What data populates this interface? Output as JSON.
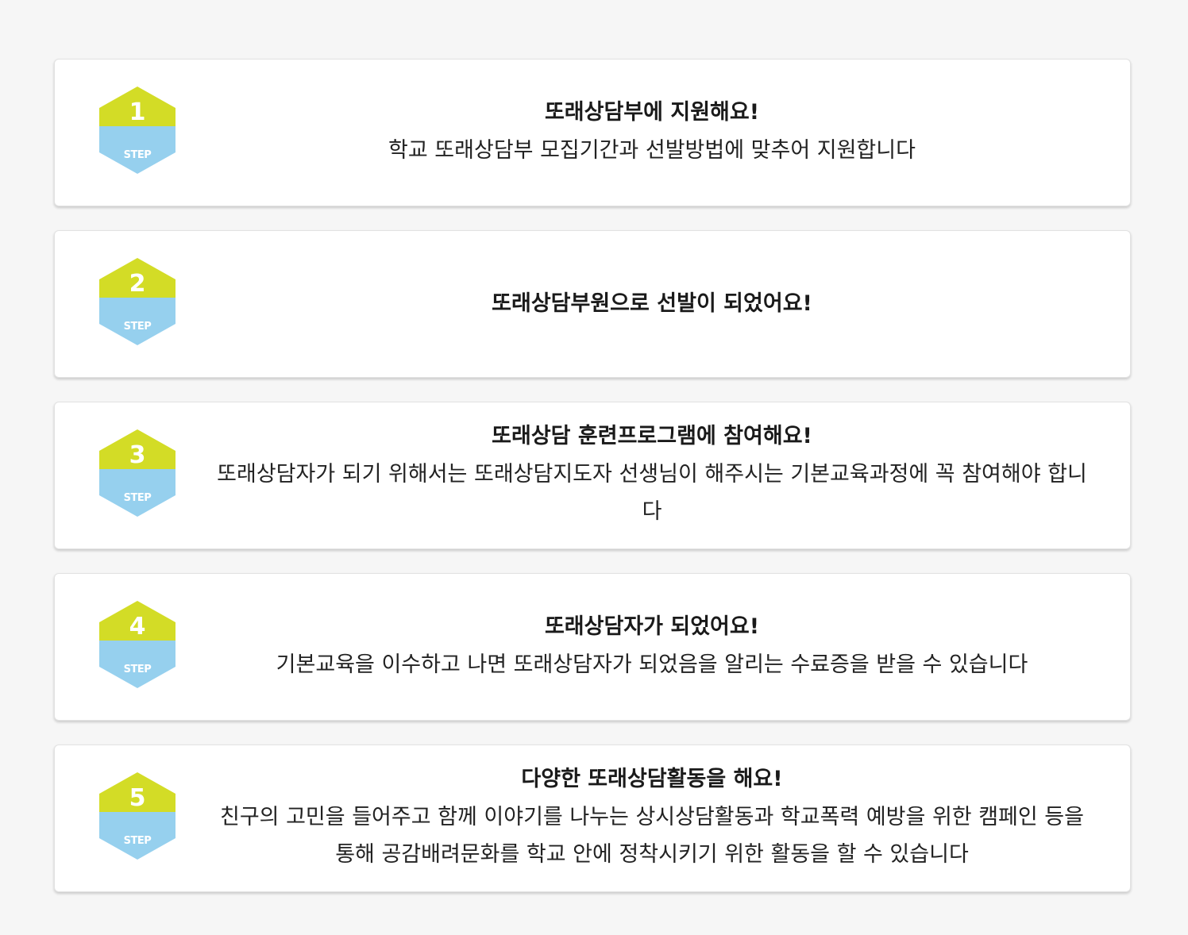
{
  "colors": {
    "badge_top": "#d3dc26",
    "badge_bottom": "#96d0ee",
    "badge_text": "#ffffff"
  },
  "steps": [
    {
      "number": "1",
      "step_label": "STEP",
      "title": "또래상담부에 지원해요!",
      "description": "학교 또래상담부 모집기간과 선발방법에 맞추어 지원합니다"
    },
    {
      "number": "2",
      "step_label": "STEP",
      "title": "또래상담부원으로 선발이 되었어요!",
      "description": ""
    },
    {
      "number": "3",
      "step_label": "STEP",
      "title": "또래상담 훈련프로그램에 참여해요!",
      "description": "또래상담자가 되기 위해서는 또래상담지도자 선생님이 해주시는 기본교육과정에 꼭 참여해야 합니다"
    },
    {
      "number": "4",
      "step_label": "STEP",
      "title": "또래상담자가 되었어요!",
      "description": "기본교육을 이수하고 나면 또래상담자가 되었음을 알리는 수료증을 받을 수 있습니다"
    },
    {
      "number": "5",
      "step_label": "STEP",
      "title": "다양한 또래상담활동을 해요!",
      "description": "친구의 고민을 들어주고 함께 이야기를 나누는 상시상담활동과 학교폭력 예방을 위한 캠페인 등을 통해 공감배려문화를 학교 안에 정착시키기 위한 활동을 할 수 있습니다"
    }
  ]
}
